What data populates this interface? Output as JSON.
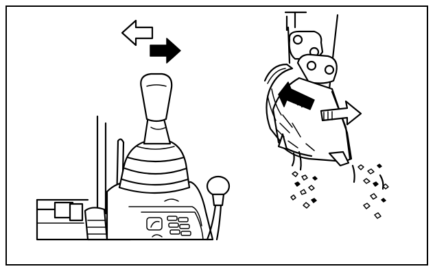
{
  "figure": {
    "left_panel": {
      "arrow_left_style": "outline",
      "arrow_right_style": "filled",
      "subject": "joystick-lever"
    },
    "right_panel": {
      "subject": "bucket-dumping-soil",
      "curl_arrow_style": "filled",
      "dump_arrow_style": "outline"
    },
    "colors": {
      "ink": "#000000",
      "paper": "#ffffff"
    }
  }
}
